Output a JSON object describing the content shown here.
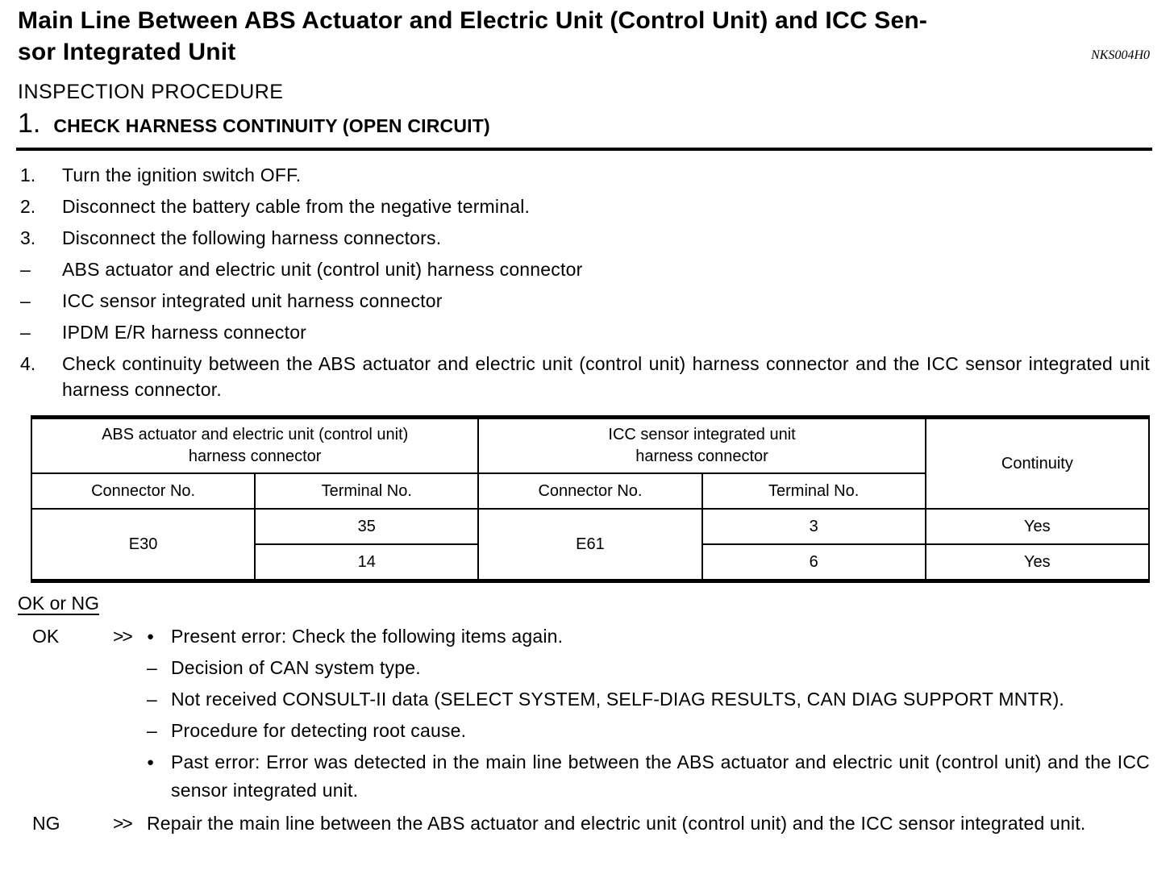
{
  "page": {
    "title_lines": [
      "Main Line Between ABS Actuator and Electric Unit (Control Unit) and ICC Sen-",
      "sor Integrated Unit"
    ],
    "doc_code": "NKS004H0",
    "section_heading": "INSPECTION PROCEDURE",
    "step_number": "1.",
    "step_heading": "CHECK HARNESS CONTINUITY (OPEN CIRCUIT)"
  },
  "steps": [
    {
      "marker": "1.",
      "text": "Turn the ignition switch OFF."
    },
    {
      "marker": "2.",
      "text": "Disconnect the battery cable from the negative terminal."
    },
    {
      "marker": "3.",
      "text": "Disconnect the following harness connectors."
    },
    {
      "marker": "–",
      "text": "ABS actuator and electric unit (control unit) harness connector"
    },
    {
      "marker": "–",
      "text": "ICC sensor integrated unit harness connector"
    },
    {
      "marker": "–",
      "text": "IPDM E/R harness connector"
    },
    {
      "marker": "4.",
      "text": "Check continuity between the ABS actuator and electric unit (control unit) harness connector and the ICC sensor integrated unit harness connector."
    }
  ],
  "table": {
    "group_headers": {
      "abs": {
        "lines": [
          "ABS actuator and electric unit (control unit)",
          "harness connector"
        ]
      },
      "icc": {
        "lines": [
          "ICC sensor integrated unit",
          "harness connector"
        ]
      },
      "continuity": "Continuity"
    },
    "col_headers": {
      "abs_connector": "Connector No.",
      "abs_terminal": "Terminal No.",
      "icc_connector": "Connector No.",
      "icc_terminal": "Terminal No."
    },
    "abs_connector_no": "E30",
    "icc_connector_no": "E61",
    "rows": [
      {
        "abs_terminal": "35",
        "icc_terminal": "3",
        "continuity": "Yes"
      },
      {
        "abs_terminal": "14",
        "icc_terminal": "6",
        "continuity": "Yes"
      }
    ]
  },
  "results": {
    "heading": "OK or NG",
    "ok": {
      "label": "OK",
      "arrow": ">>",
      "items": [
        {
          "bullet": "●",
          "text": "Present error: Check the following items again.",
          "subitems": [
            {
              "dash": "–",
              "text": "Decision of CAN system type."
            },
            {
              "dash": "–",
              "text": "Not received CONSULT-II data (SELECT SYSTEM, SELF-DIAG RESULTS, CAN DIAG SUP­PORT MNTR)."
            },
            {
              "dash": "–",
              "text": "Procedure for detecting root cause."
            }
          ]
        },
        {
          "bullet": "●",
          "text": "Past error: Error was detected in the main line between the ABS actuator and electric unit (con­trol unit) and the ICC sensor integrated unit."
        }
      ]
    },
    "ng": {
      "label": "NG",
      "arrow": ">>",
      "text": "Repair the main line between the ABS actuator and electric unit (control unit) and the ICC sensor integrated unit."
    }
  }
}
